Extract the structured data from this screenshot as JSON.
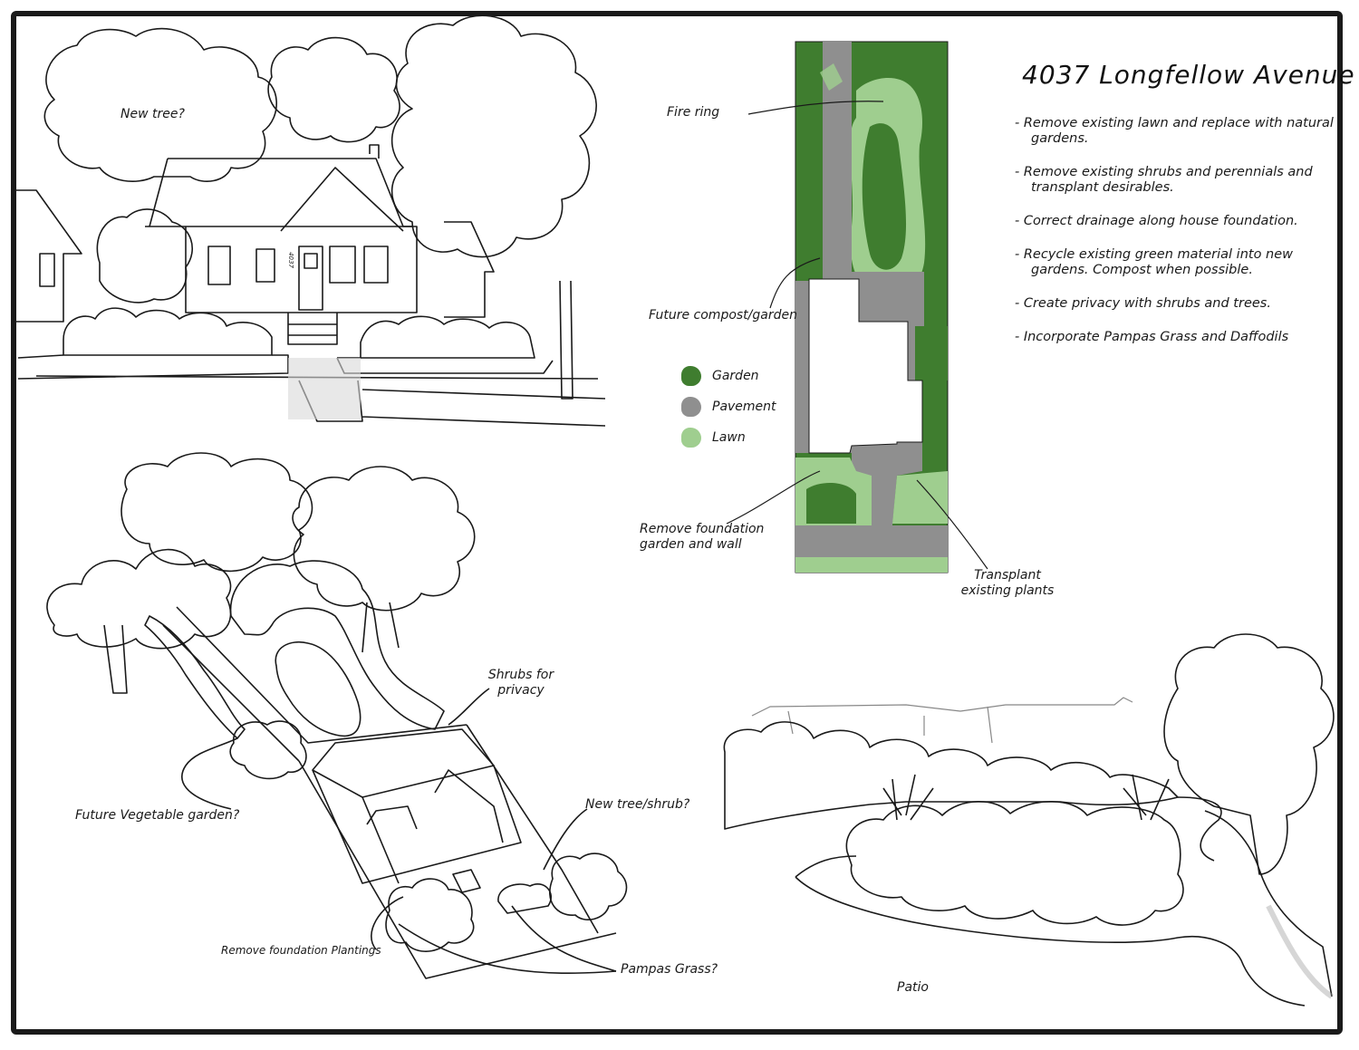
{
  "title": "4037  Longfellow Avenue",
  "notes": [
    "Remove existing lawn and replace with natural gardens.",
    "Remove existing shrubs and perennials and transplant desirables.",
    "Correct drainage along house foundation.",
    "Recycle existing green material into new gardens. Compost when possible.",
    "Create privacy with shrubs and trees.",
    "Incorporate Pampas Grass and Daffodils"
  ],
  "legend": {
    "garden": "Garden",
    "pavement": "Pavement",
    "lawn": "Lawn"
  },
  "colors": {
    "garden": "#3f7d2f",
    "pavement": "#8f8f8f",
    "lawn": "#9fce8f",
    "ink": "#1a1a1a"
  },
  "labels": {
    "new_tree": "New tree?",
    "fire_ring": "Fire ring",
    "future_compost": "Future compost/garden",
    "remove_foundation_garden": "Remove foundation garden and wall",
    "transplant": "Transplant existing plants",
    "shrubs_privacy": "Shrubs for privacy",
    "future_vegetable": "Future Vegetable garden?",
    "new_tree_shrub": "New tree/shrub?",
    "remove_foundation_plantings": "Remove foundation Plantings",
    "pampas_grass": "Pampas Grass?",
    "patio": "Patio",
    "house_number": "4037"
  }
}
